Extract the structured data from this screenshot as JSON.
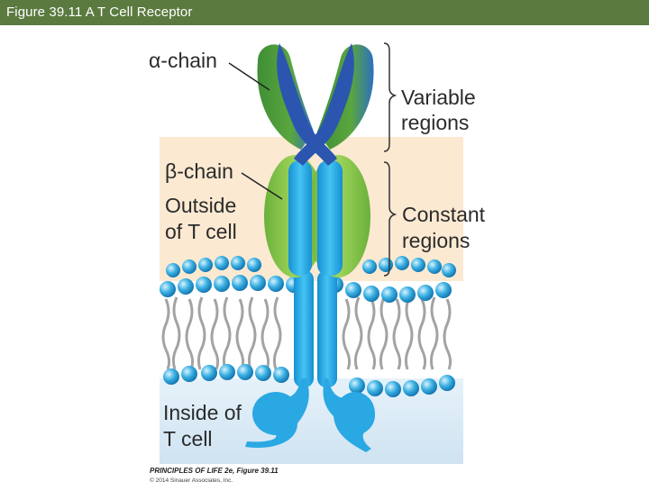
{
  "slide": {
    "title": "Figure 39.11  A T Cell Receptor"
  },
  "diagram": {
    "labels": {
      "alpha_chain": "α-chain",
      "beta_chain": "β-chain",
      "outside_line1": "Outside",
      "outside_line2": "of T cell",
      "inside_line1": "Inside of",
      "inside_line2": "T cell",
      "variable_line1": "Variable",
      "variable_line2": "regions",
      "constant_line1": "Constant",
      "constant_line2": "regions"
    },
    "credit": {
      "source": "PRINCIPLES OF LIFE 2e, Figure 39.11",
      "copyright": "© 2014 Sinauer Associates, Inc."
    },
    "colors": {
      "title_bar": "#5a7a3f",
      "outside_bg": "#fbe9d2",
      "inside_bg": "#dcebf5",
      "alpha_chain": "#2c55b0",
      "beta_chain": "#1fa3e2",
      "variable_domain": "#4f9a3b",
      "constant_domain": "#86c442",
      "lipid_head": "#3ab0e2",
      "lipid_tail": "#9a9a9a"
    }
  }
}
